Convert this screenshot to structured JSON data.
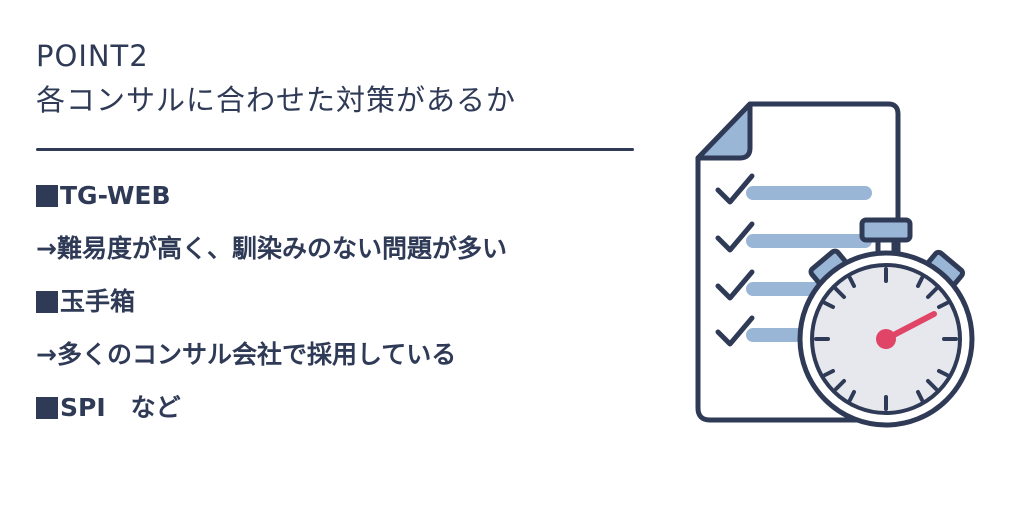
{
  "heading": {
    "line1": "POINT2",
    "line2": "各コンサルに合わせた対策があるか"
  },
  "points": [
    {
      "text": "TG-WEB",
      "bullet": "square-icon"
    },
    {
      "text": "→難易度が高く、馴染みのない問題が多い"
    },
    {
      "text": "玉手箱",
      "bullet": "square-icon"
    },
    {
      "text": "→多くのコンサル会社で採用している"
    },
    {
      "text": "SPI　など",
      "bullet": "square-icon"
    }
  ],
  "colors": {
    "navy": "#2f3a56",
    "light_blue": "#9ab6d6",
    "clock_face": "#e6e8ee",
    "hand": "#e04466"
  },
  "icons": [
    "checklist-document-icon",
    "stopwatch-icon",
    "square-icon"
  ]
}
